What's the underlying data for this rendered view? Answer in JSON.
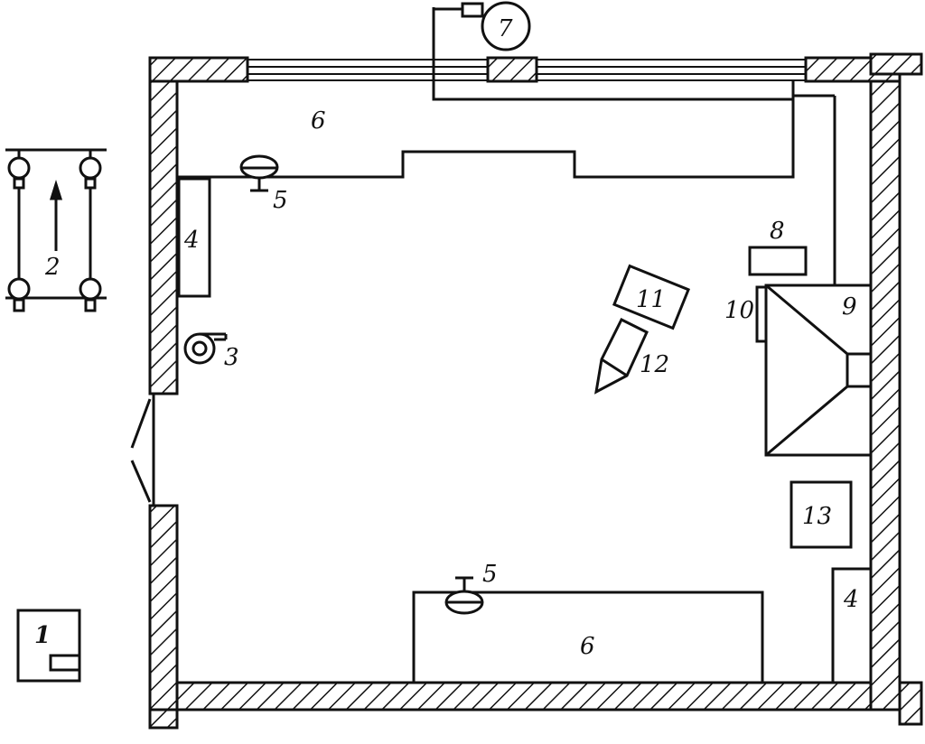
{
  "diagram": {
    "type": "room-floor-plan",
    "colors": {
      "ink": "#111111",
      "paper": "#ffffff"
    },
    "labels": {
      "l1": "1",
      "l2": "2",
      "l3": "3",
      "l4a": "4",
      "l4b": "4",
      "l5a": "5",
      "l5b": "5",
      "l6a": "6",
      "l6b": "6",
      "l7": "7",
      "l8": "8",
      "l9": "9",
      "l10": "10",
      "l11": "11",
      "l12": "12",
      "l13": "13"
    }
  }
}
